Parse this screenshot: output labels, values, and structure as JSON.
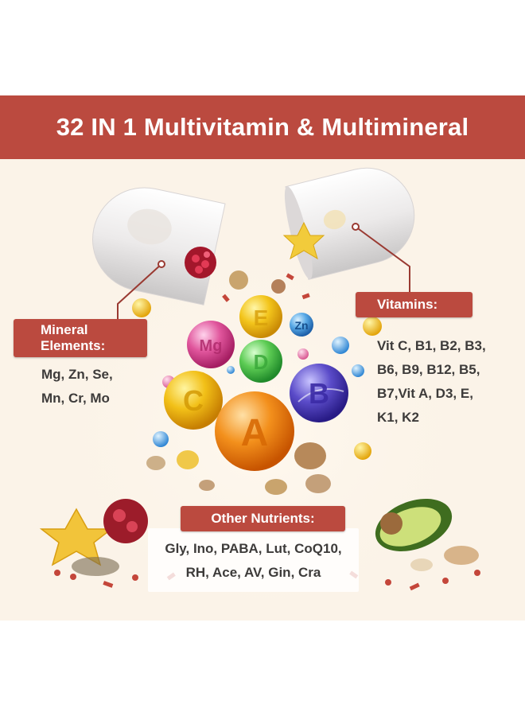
{
  "title": "32 IN 1 Multivitamin & Multimineral",
  "minerals": {
    "heading": [
      "Mineral",
      "Elements:"
    ],
    "lines": [
      "Mg, Zn, Se,",
      "Mn, Cr, Mo"
    ]
  },
  "vitamins": {
    "heading": "Vitamins:",
    "lines": [
      "Vit C, B1, B2, B3,",
      "B6, B9, B12, B5,",
      "B7,Vit A, D3, E,",
      "K1, K2"
    ]
  },
  "other": {
    "heading": "Other Nutrients:",
    "lines": [
      "Gly, Ino, PABA, Lut, CoQ10,",
      "RH, Ace, AV, Gin, Cra"
    ]
  },
  "orbs": [
    "E",
    "Zn",
    "Mg",
    "D",
    "C",
    "B",
    "A"
  ],
  "colors": {
    "banner": "#bb4a3f",
    "background": "#fbf3e8",
    "text": "#3d3b3a"
  }
}
